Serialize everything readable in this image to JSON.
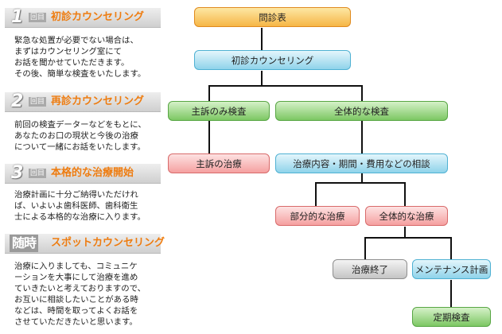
{
  "steps": [
    {
      "number": "1",
      "counter": "回目",
      "title": "初診カウンセリング",
      "lines": [
        "緊急な処置が必要でない場合は、",
        "まずはカウンセリング室にて",
        "お話を聞かせていただきます。",
        "その後、簡単な検査をいたします。"
      ]
    },
    {
      "number": "2",
      "counter": "回目",
      "title": "再診カウンセリング",
      "lines": [
        "前回の検査データーなどをもとに、",
        "あなたのお口の現状と今後の治療",
        "について一緒にお話をいたします。"
      ]
    },
    {
      "number": "3",
      "counter": "回目",
      "title": "本格的な治療開始",
      "lines": [
        "治療計画に十分ご納得いただけれ",
        "ば、いよいよ歯科医師、歯科衛生",
        "士による本格的な治療に入ります。"
      ]
    },
    {
      "number": "随時",
      "counter": "",
      "title": "スポットカウンセリング",
      "lines": [
        "治療に入りましても、コミュニケ",
        "ーションを大事にして治療を進め",
        "ていきたいと考えておりますので、",
        "お互いに相談したいことがある時",
        "などは、時間を取ってよくお話を",
        "させていただきたいと思います。"
      ]
    }
  ],
  "flowchart": {
    "questionnaire": "問診表",
    "initial_counseling": "初診カウンセリング",
    "chief_complaint_exam": "主訴のみ検査",
    "full_exam": "全体的な検査",
    "chief_complaint_treatment": "主訴の治療",
    "consultation": "治療内容・期間・費用などの相談",
    "partial_treatment": "部分的な治療",
    "full_treatment": "全体的な治療",
    "treatment_end": "治療終了",
    "maintenance_plan": "メンテナンス計画",
    "regular_checkup": "定期検査"
  },
  "colors": {
    "step_title": "#ee7c10",
    "orange_box": "#f6b646",
    "blue_box": "#8fd3ea",
    "green_box": "#7cc763",
    "pink_box": "#f5a0a0",
    "gray_box": "#c4c4c4",
    "connector": "#111111"
  }
}
